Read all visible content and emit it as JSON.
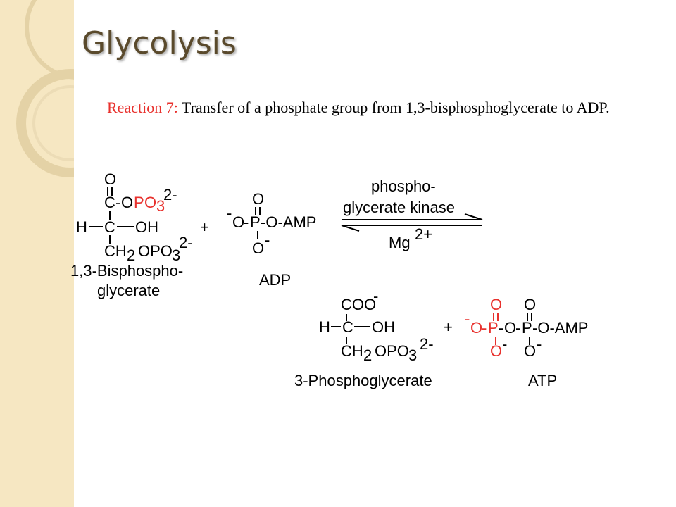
{
  "title": "Glycolysis",
  "subtitle": {
    "label": "Reaction 7:",
    "text": " Transfer of a phosphate group from 1,3-bisphosphoglycerate to ADP."
  },
  "t": {
    "o": "O",
    "c": "C",
    "h": "H",
    "oh": "OH",
    "ch": "CH",
    "two": "2",
    "opo": "OPO",
    "three": "3",
    "chg": "2-",
    "plus": "+",
    "minus": "-",
    "amp": "-O-AMP",
    "coo": "COO",
    "p": "P"
  },
  "n": {
    "bpg1": "1,3-Bisphospho-",
    "bpg2": "glycerate",
    "adp": "ADP",
    "pg": "3-Phosphoglycerate",
    "atp": "ATP"
  },
  "e": {
    "e1": "phospho-",
    "e2": "glycerate kinase",
    "mg": "Mg",
    "mgc": "2+"
  },
  "colors": {
    "accent": "#e8312d",
    "stripe": "#f6e7c2"
  }
}
